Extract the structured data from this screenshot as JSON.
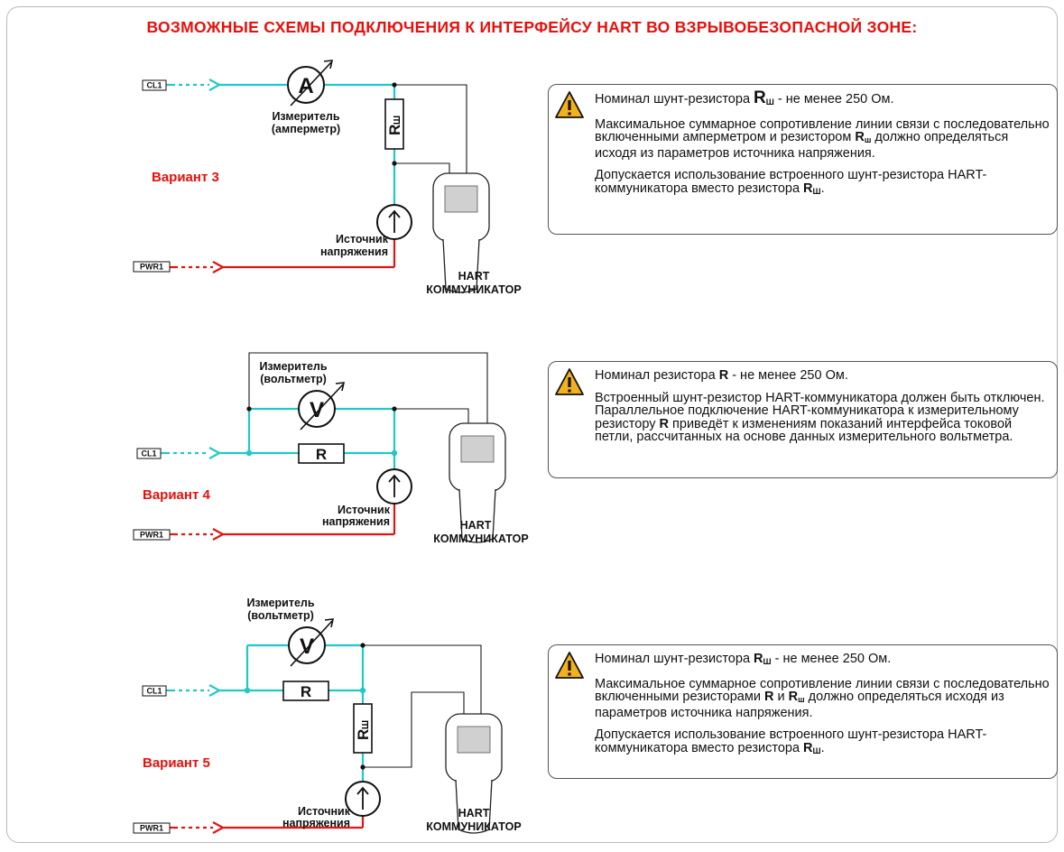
{
  "title": "ВОЗМОЖНЫЕ СХЕМЫ ПОДКЛЮЧЕНИЯ К ИНТЕРФЕЙСУ HART ВО ВЗРЫВОБЕЗОПАСНОЙ ЗОНЕ:",
  "colors": {
    "accent_red": "#e8100c",
    "wire_cyan": "#22c8c8",
    "wire_red": "#e21414"
  },
  "icons": {
    "warning": "warning-triangle-icon",
    "arrow": "arrow-icon"
  },
  "diagrams": {
    "v3": {
      "variant": "Вариант 3",
      "cl_tag": "CL1",
      "pwr_tag": "PWR1",
      "meter_letter": "A",
      "meter_label_1": "Измеритель",
      "meter_label_2": "(амперметр)",
      "resistor_letter": "R",
      "resistor_sub": "Ш",
      "source_label_1": "Источник",
      "source_label_2": "напряжения",
      "hart_label_1": "HART",
      "hart_label_2": "КОММУНИКАТОР"
    },
    "v4": {
      "variant": "Вариант 4",
      "cl_tag": "CL1",
      "pwr_tag": "PWR1",
      "meter_letter": "V",
      "meter_label_1": "Измеритель",
      "meter_label_2": "(вольтметр)",
      "resistor_letter": "R",
      "source_label_1": "Источник",
      "source_label_2": "напряжения",
      "hart_label_1": "HART",
      "hart_label_2": "КОММУНИКАТОР"
    },
    "v5": {
      "variant": "Вариант 5",
      "cl_tag": "CL1",
      "pwr_tag": "PWR1",
      "meter_letter": "V",
      "meter_label_1": "Измеритель",
      "meter_label_2": "(вольтметр)",
      "resistor_letter": "R",
      "shunt_letter": "R",
      "shunt_sub": "Ш",
      "source_label_1": "Источник",
      "source_label_2": "напряжения",
      "hart_label_1": "HART",
      "hart_label_2": "КОММУНИКАТОР"
    }
  },
  "notes": {
    "n3": {
      "p1_a": "Номинал шунт-резистора ",
      "p1_r": "R",
      "p1_sub": "Ш",
      "p1_b": " - не менее 250 Ом.",
      "p2_a": "Максимальное суммарное сопротивление линии связи с последовательно включенными амперметром и резистором ",
      "p2_r": "R",
      "p2_sub": "ш",
      "p2_b": " должно определяться исходя из параметров источника напряжения.",
      "p3_a": "Допускается использование встроенного   шунт-резистора HART-коммуникатора вместо резистора ",
      "p3_r": "R",
      "p3_sub": "Ш",
      "p3_b": "."
    },
    "n4": {
      "p1_a": "Номинал резистора ",
      "p1_r": "R",
      "p1_b": " - не менее 250 Ом.",
      "p2_a": "Встроенный  шунт-резистор HART-коммуникатора должен быть отключен. Параллельное подключение HART-коммуникатора к измерительному резистору ",
      "p2_r": "R",
      "p2_b": " приведёт к изменениям показаний интерфейса токовой петли, рассчитанных на основе данных измерительного вольтметра."
    },
    "n5": {
      "p1_a": "Номинал шунт-резистора ",
      "p1_r": "R",
      "p1_sub": "Ш",
      "p1_b": " - не менее 250 Ом.",
      "p2_a": "Максимальное суммарное сопротивление линии связи с последовательно включенными резисторами ",
      "p2_r1": "R",
      "p2_mid": " и ",
      "p2_r2": "R",
      "p2_sub": "ш",
      "p2_b": "  должно определяться исходя из параметров источника напряжения.",
      "p3_a": "Допускается использование встроенного   шунт-резистора HART-коммуникатора вместо резистора ",
      "p3_r": "R",
      "p3_sub": "Ш",
      "p3_b": "."
    }
  }
}
